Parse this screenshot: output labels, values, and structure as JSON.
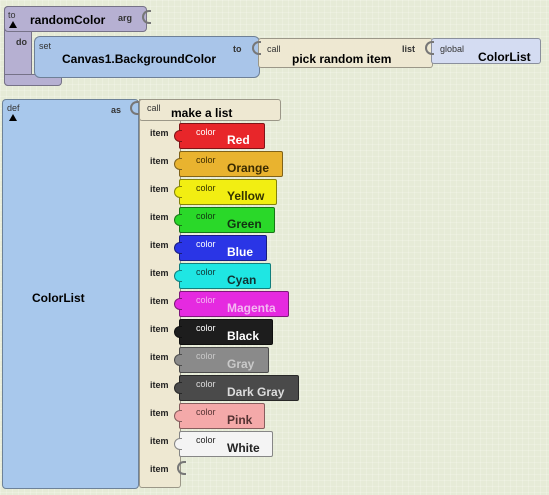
{
  "procedure": {
    "keyword": "to",
    "name": "randomColor",
    "arg_label": "arg",
    "do_label": "do",
    "set_keyword": "set",
    "property": "Canvas1.BackgroundColor",
    "to_label": "to",
    "call_keyword": "call",
    "call_name": "pick random item",
    "list_label": "list",
    "global_keyword": "global",
    "global_name": "ColorList"
  },
  "definition": {
    "keyword": "def",
    "name": "ColorList",
    "as_label": "as",
    "call_keyword": "call",
    "call_name": "make a list",
    "item_label": "item",
    "color_keyword": "color",
    "items": [
      {
        "name": "Red",
        "color": "#e8262a",
        "text": "#ffffff"
      },
      {
        "name": "Orange",
        "color": "#e9b32f",
        "text": "#3a2a00"
      },
      {
        "name": "Yellow",
        "color": "#f2ee12",
        "text": "#333300"
      },
      {
        "name": "Green",
        "color": "#2ad829",
        "text": "#113311"
      },
      {
        "name": "Blue",
        "color": "#2a35e6",
        "text": "#ffffff"
      },
      {
        "name": "Cyan",
        "color": "#1fe6e3",
        "text": "#113333"
      },
      {
        "name": "Magenta",
        "color": "#e52ae0",
        "text": "#f4b9f2"
      },
      {
        "name": "Black",
        "color": "#1d1d1d",
        "text": "#ffffff"
      },
      {
        "name": "Gray",
        "color": "#8a8a8a",
        "text": "#c9c9c9"
      },
      {
        "name": "Dark Gray",
        "color": "#4a4a4a",
        "text": "#dddddd"
      },
      {
        "name": "Pink",
        "color": "#f4a9a9",
        "text": "#553333"
      },
      {
        "name": "White",
        "color": "#f4f4f4",
        "text": "#222222"
      }
    ]
  },
  "colors": {
    "procedure_block": "#b6b0d2",
    "setter_block": "#a9c5e9",
    "call_block": "#eee8d2",
    "global_block": "#d4dcf2",
    "def_block": "#a8c8ec",
    "workspace": "#e6ebd7"
  }
}
